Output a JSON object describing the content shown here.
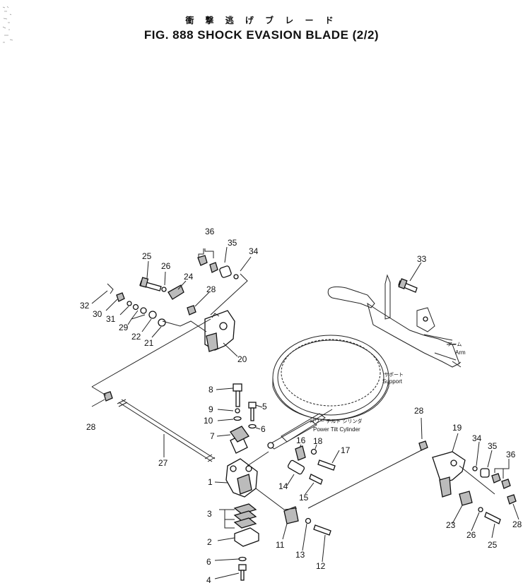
{
  "title": {
    "japanese": "衝 撃 逃 げ ブ レ ー ド",
    "english": "FIG. 888  SHOCK EVASION BLADE (2/2)"
  },
  "annotations": {
    "arm_jp": "アーム",
    "arm_en": "Arm",
    "support_jp": "サポート",
    "support_en": "Support",
    "cylinder_jp": "パワー チルト シリンダ",
    "cylinder_en": "Power Tilt Cylinder"
  },
  "callouts": {
    "c36a": "36",
    "c35a": "35",
    "c34a": "34",
    "c25a": "25",
    "c26a": "26",
    "c24": "24",
    "c28a": "28",
    "c32": "32",
    "c30": "30",
    "c31": "31",
    "c29": "29",
    "c22": "22",
    "c21": "21",
    "c20": "20",
    "c33": "33",
    "c8": "8",
    "c5": "5",
    "c9": "9",
    "c10": "10",
    "c6a": "6",
    "c7": "7",
    "c28b": "28",
    "c27": "27",
    "c16": "16",
    "c18": "18",
    "c17": "17",
    "c1": "1",
    "c14": "14",
    "c15": "15",
    "c28c": "28",
    "c19": "19",
    "c34b": "34",
    "c35b": "35",
    "c36b": "36",
    "c3": "3",
    "c2": "2",
    "c11": "11",
    "c13": "13",
    "c12": "12",
    "c6b": "6",
    "c4": "4",
    "c23": "23",
    "c26b": "26",
    "c25b": "25",
    "c28d": "28"
  }
}
